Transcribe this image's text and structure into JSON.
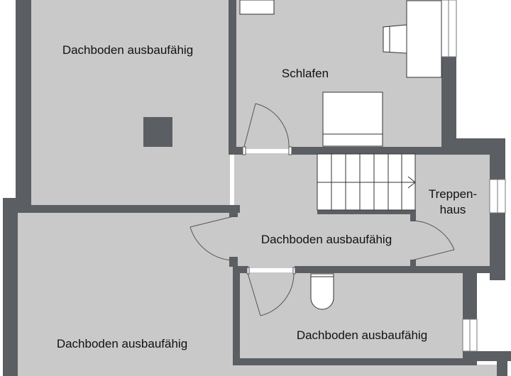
{
  "colors": {
    "wall": "#5b5e62",
    "floor": "#c9c9c9",
    "fixture": "#ffffff",
    "line": "#444444"
  },
  "rooms": [
    {
      "id": "dachboden-top-left",
      "label": "Dachboden ausbaufähig"
    },
    {
      "id": "schlafen",
      "label": "Schlafen"
    },
    {
      "id": "treppenhaus",
      "label": "Treppen-\nhaus",
      "label_line1": "Treppen-",
      "label_line2": "haus"
    },
    {
      "id": "dachboden-hall",
      "label": "Dachboden ausbaufähig"
    },
    {
      "id": "dachboden-bottom-left",
      "label": "Dachboden ausbaufähig"
    },
    {
      "id": "dachboden-bottom-right",
      "label": "Dachboden ausbaufähig"
    }
  ]
}
